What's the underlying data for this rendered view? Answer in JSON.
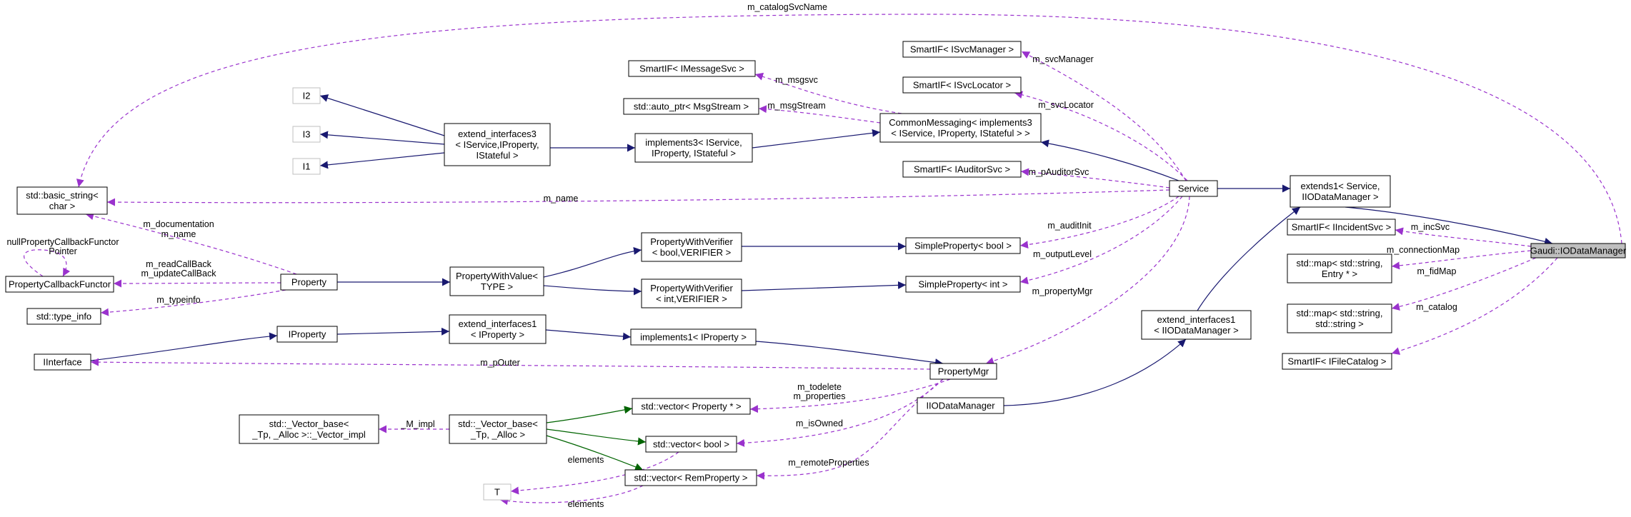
{
  "nodes": [
    {
      "id": "gaudi",
      "lines": [
        "Gaudi::IODataManager"
      ],
      "style": "focus"
    },
    {
      "id": "extends1",
      "lines": [
        "extends1< Service,",
        "IIODataManager >"
      ]
    },
    {
      "id": "service",
      "lines": [
        "Service"
      ]
    },
    {
      "id": "commonmsg",
      "lines": [
        "CommonMessaging< implements3",
        "< IService, IProperty, IStateful > >"
      ]
    },
    {
      "id": "impl3",
      "lines": [
        "implements3< IService,",
        "IProperty, IStateful >"
      ]
    },
    {
      "id": "extint3",
      "lines": [
        "extend_interfaces3",
        "< IService,IProperty,",
        "IStateful >"
      ]
    },
    {
      "id": "i2",
      "lines": [
        "I2"
      ],
      "style": "gray"
    },
    {
      "id": "i3",
      "lines": [
        "I3"
      ],
      "style": "gray"
    },
    {
      "id": "i1",
      "lines": [
        "I1"
      ],
      "style": "gray"
    },
    {
      "id": "sp_msgsvc",
      "lines": [
        "SmartIF< IMessageSvc >"
      ]
    },
    {
      "id": "autoptr",
      "lines": [
        "std::auto_ptr< MsgStream >"
      ]
    },
    {
      "id": "sp_svcmgr",
      "lines": [
        "SmartIF< ISvcManager >"
      ]
    },
    {
      "id": "sp_svcloc",
      "lines": [
        "SmartIF< ISvcLocator >"
      ]
    },
    {
      "id": "sp_auditor",
      "lines": [
        "SmartIF< IAuditorSvc >"
      ]
    },
    {
      "id": "basicstring",
      "lines": [
        "std::basic_string<",
        "char >"
      ]
    },
    {
      "id": "propcb",
      "lines": [
        "PropertyCallbackFunctor"
      ]
    },
    {
      "id": "typeinfo",
      "lines": [
        "std::type_info"
      ]
    },
    {
      "id": "property",
      "lines": [
        "Property"
      ]
    },
    {
      "id": "pwv",
      "lines": [
        "PropertyWithValue<",
        "TYPE >"
      ]
    },
    {
      "id": "pwv_bool",
      "lines": [
        "PropertyWithVerifier",
        "< bool,VERIFIER >"
      ]
    },
    {
      "id": "pwv_int",
      "lines": [
        "PropertyWithVerifier",
        "< int,VERIFIER >"
      ]
    },
    {
      "id": "sp_bool",
      "lines": [
        "SimpleProperty< bool >"
      ]
    },
    {
      "id": "sp_int",
      "lines": [
        "SimpleProperty< int >"
      ]
    },
    {
      "id": "iinterface",
      "lines": [
        "IInterface"
      ]
    },
    {
      "id": "iproperty",
      "lines": [
        "IProperty"
      ]
    },
    {
      "id": "extint1_iprop",
      "lines": [
        "extend_interfaces1",
        "< IProperty >"
      ]
    },
    {
      "id": "impl1",
      "lines": [
        "implements1< IProperty >"
      ]
    },
    {
      "id": "propmgr",
      "lines": [
        "PropertyMgr"
      ]
    },
    {
      "id": "extint1_iio",
      "lines": [
        "extend_interfaces1",
        "< IIODataManager >"
      ]
    },
    {
      "id": "iiodm",
      "lines": [
        "IIODataManager"
      ]
    },
    {
      "id": "sp_incident",
      "lines": [
        "SmartIF< IIncidentSvc >"
      ]
    },
    {
      "id": "map_entry",
      "lines": [
        "std::map< std::string,",
        "Entry * >"
      ]
    },
    {
      "id": "map_string",
      "lines": [
        "std::map< std::string,",
        "std::string >"
      ]
    },
    {
      "id": "sp_filecat",
      "lines": [
        "SmartIF< IFileCatalog >"
      ]
    },
    {
      "id": "vectorbase_impl",
      "lines": [
        "std::_Vector_base<",
        "_Tp, _Alloc >::_Vector_impl"
      ]
    },
    {
      "id": "vectorbase",
      "lines": [
        "std::_Vector_base<",
        "_Tp, _Alloc >"
      ]
    },
    {
      "id": "vec_prop",
      "lines": [
        "std::vector< Property * >"
      ]
    },
    {
      "id": "vec_bool",
      "lines": [
        "std::vector< bool >"
      ]
    },
    {
      "id": "vec_rem",
      "lines": [
        "std::vector< RemProperty >"
      ]
    },
    {
      "id": "t",
      "lines": [
        "T"
      ],
      "style": "gray"
    }
  ],
  "edges": [
    {
      "id": "e1",
      "kind": "inherit",
      "from": "extends1",
      "to": "gaudi"
    },
    {
      "id": "e2",
      "kind": "use",
      "label": [
        "m_catalogSvcName"
      ],
      "from": "gaudi",
      "to": "basicstring"
    },
    {
      "id": "e3",
      "kind": "use",
      "label": [
        "m_incSvc"
      ],
      "from": "gaudi",
      "to": "sp_incident"
    },
    {
      "id": "e4",
      "kind": "use",
      "label": [
        "m_connectionMap"
      ],
      "from": "gaudi",
      "to": "map_entry"
    },
    {
      "id": "e5",
      "kind": "use",
      "label": [
        "m_fidMap"
      ],
      "from": "gaudi",
      "to": "map_string"
    },
    {
      "id": "e6",
      "kind": "use",
      "label": [
        "m_catalog"
      ],
      "from": "gaudi",
      "to": "sp_filecat"
    },
    {
      "id": "e7",
      "kind": "inherit",
      "from": "service",
      "to": "extends1"
    },
    {
      "id": "e8",
      "kind": "inherit",
      "from": "extint1_iio",
      "to": "extends1"
    },
    {
      "id": "e9",
      "kind": "inherit",
      "from": "iiodm",
      "to": "extint1_iio"
    },
    {
      "id": "e10",
      "kind": "inherit",
      "from": "commonmsg",
      "to": "service"
    },
    {
      "id": "e11",
      "kind": "use",
      "label": [
        "m_svcManager"
      ],
      "from": "service",
      "to": "sp_svcmgr"
    },
    {
      "id": "e12",
      "kind": "use",
      "label": [
        "m_svcLocator"
      ],
      "from": "service",
      "to": "sp_svcloc"
    },
    {
      "id": "e13",
      "kind": "use",
      "label": [
        "m_pAuditorSvc"
      ],
      "from": "service",
      "to": "sp_auditor"
    },
    {
      "id": "e14",
      "kind": "use",
      "label": [
        "m_name"
      ],
      "from": "service",
      "to": "basicstring"
    },
    {
      "id": "e15",
      "kind": "use",
      "label": [
        "m_auditInit"
      ],
      "from": "service",
      "to": "sp_bool"
    },
    {
      "id": "e16",
      "kind": "use",
      "label": [
        "m_outputLevel"
      ],
      "from": "service",
      "to": "sp_int"
    },
    {
      "id": "e17",
      "kind": "use",
      "label": [
        "m_propertyMgr"
      ],
      "from": "service",
      "to": "propmgr"
    },
    {
      "id": "e18",
      "kind": "inherit",
      "from": "impl3",
      "to": "commonmsg"
    },
    {
      "id": "e19",
      "kind": "use",
      "label": [
        "m_msgsvc"
      ],
      "from": "commonmsg",
      "to": "sp_msgsvc"
    },
    {
      "id": "e20",
      "kind": "use",
      "label": [
        "m_msgStream"
      ],
      "from": "commonmsg",
      "to": "autoptr"
    },
    {
      "id": "e21",
      "kind": "inherit",
      "from": "extint3",
      "to": "impl3"
    },
    {
      "id": "e22",
      "kind": "inherit",
      "from": "i2",
      "to": "extint3"
    },
    {
      "id": "e23",
      "kind": "inherit",
      "from": "i3",
      "to": "extint3"
    },
    {
      "id": "e24",
      "kind": "inherit",
      "from": "i1",
      "to": "extint3"
    },
    {
      "id": "e25",
      "kind": "inherit",
      "from": "pwv_bool",
      "to": "sp_bool"
    },
    {
      "id": "e26",
      "kind": "inherit",
      "from": "pwv_int",
      "to": "sp_int"
    },
    {
      "id": "e27",
      "kind": "inherit",
      "from": "pwv",
      "to": "pwv_bool"
    },
    {
      "id": "e28",
      "kind": "inherit",
      "from": "pwv",
      "to": "pwv_int"
    },
    {
      "id": "e29",
      "kind": "inherit",
      "from": "property",
      "to": "pwv"
    },
    {
      "id": "e30",
      "kind": "use",
      "label": [
        "m_documentation",
        "m_name"
      ],
      "from": "property",
      "to": "basicstring"
    },
    {
      "id": "e31",
      "kind": "use",
      "label": [
        "m_readCallBack",
        "m_updateCallBack"
      ],
      "from": "property",
      "to": "propcb"
    },
    {
      "id": "e32",
      "kind": "use",
      "label": [
        "m_typeinfo"
      ],
      "from": "property",
      "to": "typeinfo"
    },
    {
      "id": "e33",
      "kind": "use",
      "label": [
        "nullPropertyCallbackFunctor",
        "Pointer"
      ],
      "from": "propcb",
      "to": "propcb"
    },
    {
      "id": "e34",
      "kind": "inherit",
      "from": "iinterface",
      "to": "iproperty"
    },
    {
      "id": "e35",
      "kind": "inherit",
      "from": "iproperty",
      "to": "extint1_iprop"
    },
    {
      "id": "e36",
      "kind": "inherit",
      "from": "extint1_iprop",
      "to": "impl1"
    },
    {
      "id": "e37",
      "kind": "inherit",
      "from": "impl1",
      "to": "propmgr"
    },
    {
      "id": "e38",
      "kind": "use",
      "label": [
        "m_pOuter"
      ],
      "from": "propmgr",
      "to": "iinterface"
    },
    {
      "id": "e39",
      "kind": "use",
      "label": [
        "m_todelete",
        "m_properties"
      ],
      "from": "propmgr",
      "to": "vec_prop"
    },
    {
      "id": "e40",
      "kind": "use",
      "label": [
        "m_isOwned"
      ],
      "from": "propmgr",
      "to": "vec_bool"
    },
    {
      "id": "e41",
      "kind": "use",
      "label": [
        "m_remoteProperties"
      ],
      "from": "propmgr",
      "to": "vec_rem"
    },
    {
      "id": "e42",
      "kind": "template",
      "from": "vectorbase",
      "to": "vec_prop"
    },
    {
      "id": "e43",
      "kind": "template",
      "from": "vectorbase",
      "to": "vec_bool"
    },
    {
      "id": "e44",
      "kind": "template",
      "from": "vectorbase",
      "to": "vec_rem"
    },
    {
      "id": "e45",
      "kind": "use",
      "label": [
        "_M_impl"
      ],
      "from": "vectorbase",
      "to": "vectorbase_impl"
    },
    {
      "id": "e46",
      "kind": "use",
      "label": [
        "elements"
      ],
      "from": "vec_bool",
      "to": "t"
    },
    {
      "id": "e47",
      "kind": "use",
      "label": [
        "elements"
      ],
      "from": "vec_rem",
      "to": "t"
    }
  ],
  "colors": {
    "inherit": "#191970",
    "template": "#006400",
    "use": "#9a32cd",
    "focus_fill": "#bfbfbf",
    "node_border": "#000000",
    "gray_border": "#bfbfbf"
  }
}
